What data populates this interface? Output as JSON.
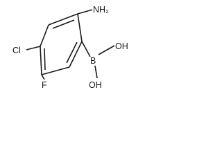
{
  "molecule": {
    "atoms": {
      "amino": "NH₂",
      "chloro": "Cl",
      "fluoro": "F",
      "boron": "B",
      "hydroxyl_upper": "OH",
      "hydroxyl_lower": "OH"
    },
    "color": "#1a1a1a"
  }
}
